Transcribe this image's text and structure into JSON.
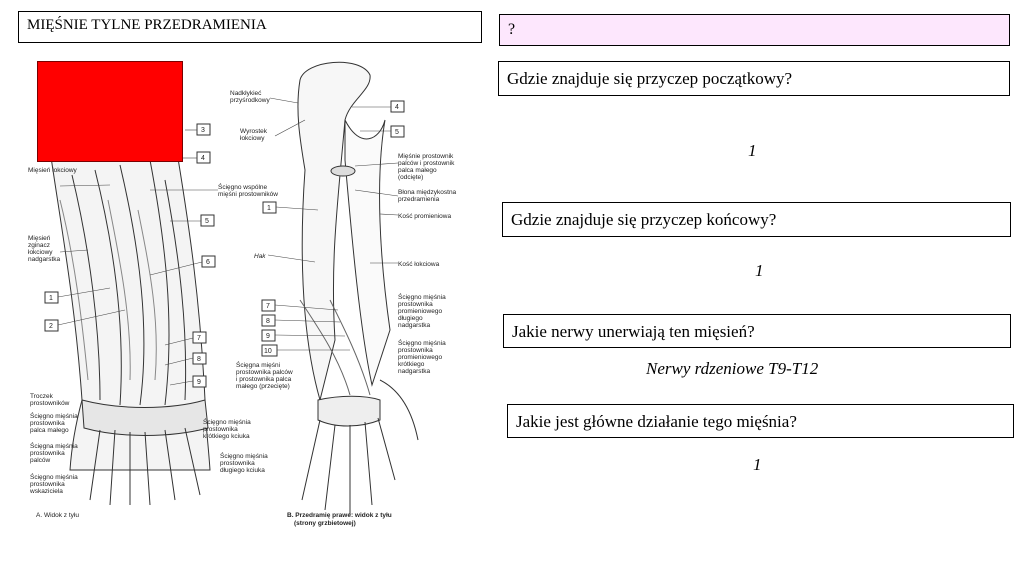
{
  "title": "MIĘŚNIE TYLNE PRZEDRAMIENIA",
  "prompt_marker": "?",
  "questions": [
    {
      "label": "Gdzie znajduje się przyczep początkowy?",
      "answer": "1"
    },
    {
      "label": "Gdzie znajduje się przyczep końcowy?",
      "answer": "1"
    },
    {
      "label": "Jakie nerwy unerwiają ten mięsień?",
      "answer": "Nerwy rdzeniowe T9-T12"
    },
    {
      "label": "Jakie jest główne działanie tego mięśnia?",
      "answer": "1"
    }
  ],
  "illustration": {
    "caption_a": "A. Widok z tyłu",
    "caption_b_line1": "B. Przedramię prawe: widok z tyłu",
    "caption_b_line2": "(strony grzbietowej)",
    "numbers": [
      "1",
      "2",
      "3",
      "4",
      "5",
      "6",
      "7",
      "8",
      "9",
      "10"
    ],
    "labels_a": {
      "miesien_lokciowy": "Mięsień łokciowy",
      "miesien_zginacz_line1": "Mięsień",
      "miesien_zginacz_line2": "zginacz",
      "miesien_zginacz_line3": "łokciowy",
      "miesien_zginacz_line4": "nadgarstka",
      "sciegno_wspolne_line1": "Ścięgno wspólne",
      "sciegno_wspolne_line2": "mięśni prostowników",
      "troczek_line1": "Troczek",
      "troczek_line2": "prostowników",
      "sc_palca_malego_line1": "Ścięgno mięśnia",
      "sc_palca_malego_line2": "prostownika",
      "sc_palca_malego_line3": "palca małego",
      "sc_palcow_line1": "Ścięgna mięśnia",
      "sc_palcow_line2": "prostownika",
      "sc_palcow_line3": "palców",
      "sc_wskaziciela_line1": "Ścięgno mięśnia",
      "sc_wskaziciela_line2": "prostownika",
      "sc_wskaziciela_line3": "wskaziciela",
      "sc_krotkiego_line1": "Ścięgno mięśnia",
      "sc_krotkiego_line2": "prostownika",
      "sc_krotkiego_line3": "krótkiego kciuka",
      "sc_dlugiego_line1": "Ścięgno mięśnia",
      "sc_dlugiego_line2": "prostownika",
      "sc_dlugiego_line3": "długiego kciuka"
    },
    "labels_b": {
      "nadklykiec_line1": "Nadkłykieć",
      "nadklykiec_line2": "przyśrodkowy",
      "wyrostek_line1": "Wyrostek",
      "wyrostek_line2": "łokciowy",
      "prostownik_line1": "Mięśnie prostownik",
      "prostownik_line2": "palców i prostownik",
      "prostownik_line3": "palca małego",
      "prostownik_line4": "(odcięte)",
      "blona_line1": "Błona międzykostna",
      "blona_line2": "przedramienia",
      "kosc_promieniowa": "Kość promieniowa",
      "hak": "Hak",
      "kosc_lokciowa": "Kość łokciowa",
      "sc_dlugiego_line1": "Ścięgno mięśnia",
      "sc_dlugiego_line2": "prostownika",
      "sc_dlugiego_line3": "promieniowego",
      "sc_dlugiego_line4": "długiego",
      "sc_dlugiego_line5": "nadgarstka",
      "sc_krotkiego_line1": "Ścięgno mięśnia",
      "sc_krotkiego_line2": "prostownika",
      "sc_krotkiego_line3": "promieniowego",
      "sc_krotkiego_line4": "krótkiego",
      "sc_krotkiego_line5": "nadgarstka",
      "sc_miesni_line1": "Ścięgna mięśni",
      "sc_miesni_line2": "prostownika palców",
      "sc_miesni_line3": "i prostownika palca",
      "sc_miesni_line4": "małego (przecięte)"
    }
  },
  "colors": {
    "prompt_bg": "#fde7fd",
    "redact": "#ff0000"
  }
}
